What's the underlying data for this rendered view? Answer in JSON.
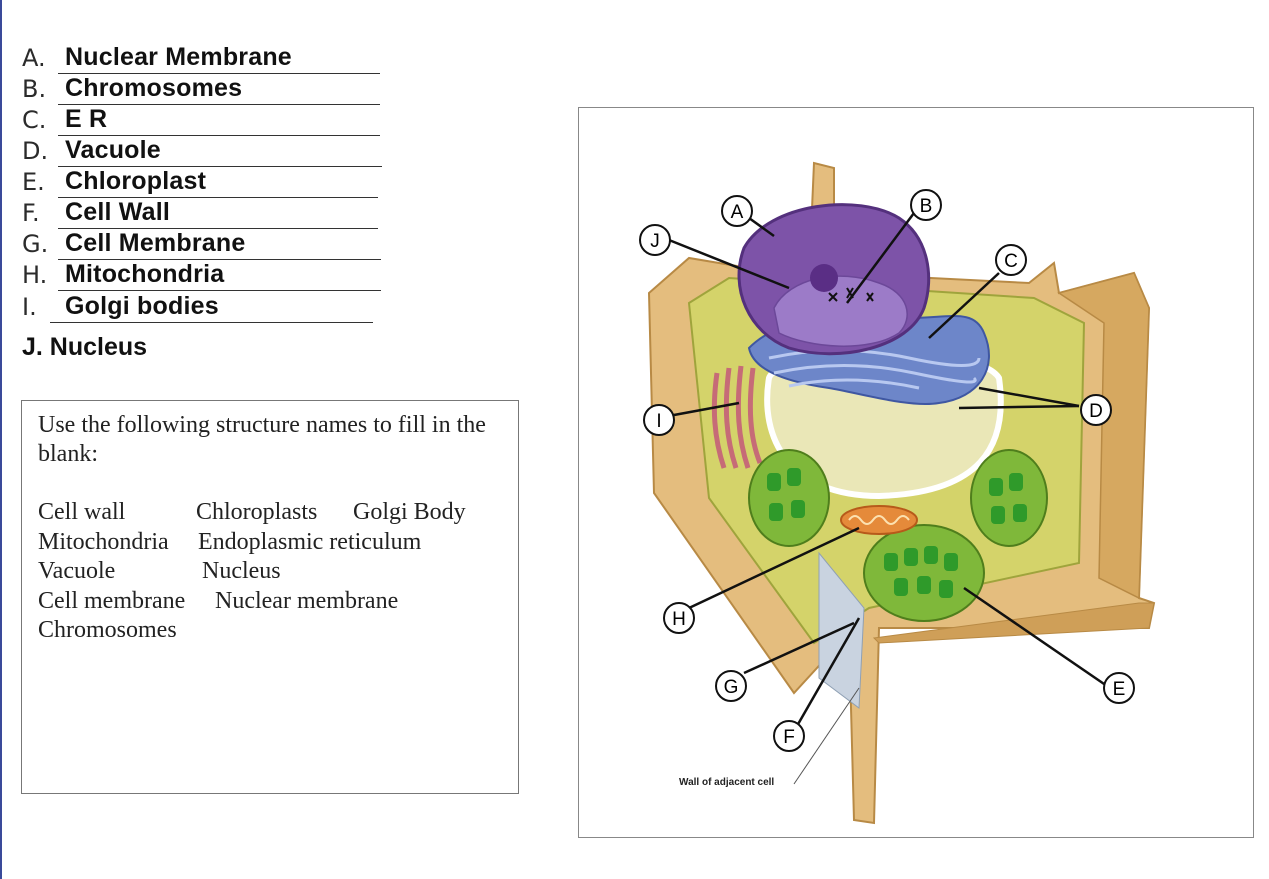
{
  "answers": [
    {
      "letter": "A.",
      "answer": "Nuclear Membrane"
    },
    {
      "letter": "B.",
      "answer": "Chromosomes"
    },
    {
      "letter": "C.",
      "answer": "E R"
    },
    {
      "letter": "D.",
      "answer": "Vacuole"
    },
    {
      "letter": "E.",
      "answer": "Chloroplast"
    },
    {
      "letter": "F.",
      "answer": "Cell Wall"
    },
    {
      "letter": "G.",
      "answer": "Cell Membrane"
    },
    {
      "letter": "H.",
      "answer": "Mitochondria"
    },
    {
      "letter": "I.",
      "answer": "Golgi bodies"
    }
  ],
  "answer_j": "J. Nucleus",
  "word_bank": {
    "instructions": "Use the following structure names to fill in the blank:",
    "words": [
      "Cell wall",
      "Chloroplasts",
      "Golgi Body",
      "Mitochondria",
      "Endoplasmic reticulum",
      "Vacuole",
      "Nucleus",
      "Cell membrane",
      "Nuclear membrane",
      "Chromosomes"
    ]
  },
  "diagram": {
    "labels": [
      "A",
      "B",
      "C",
      "D",
      "E",
      "F",
      "G",
      "H",
      "I",
      "J"
    ],
    "caption": "Wall of adjacent cell"
  }
}
